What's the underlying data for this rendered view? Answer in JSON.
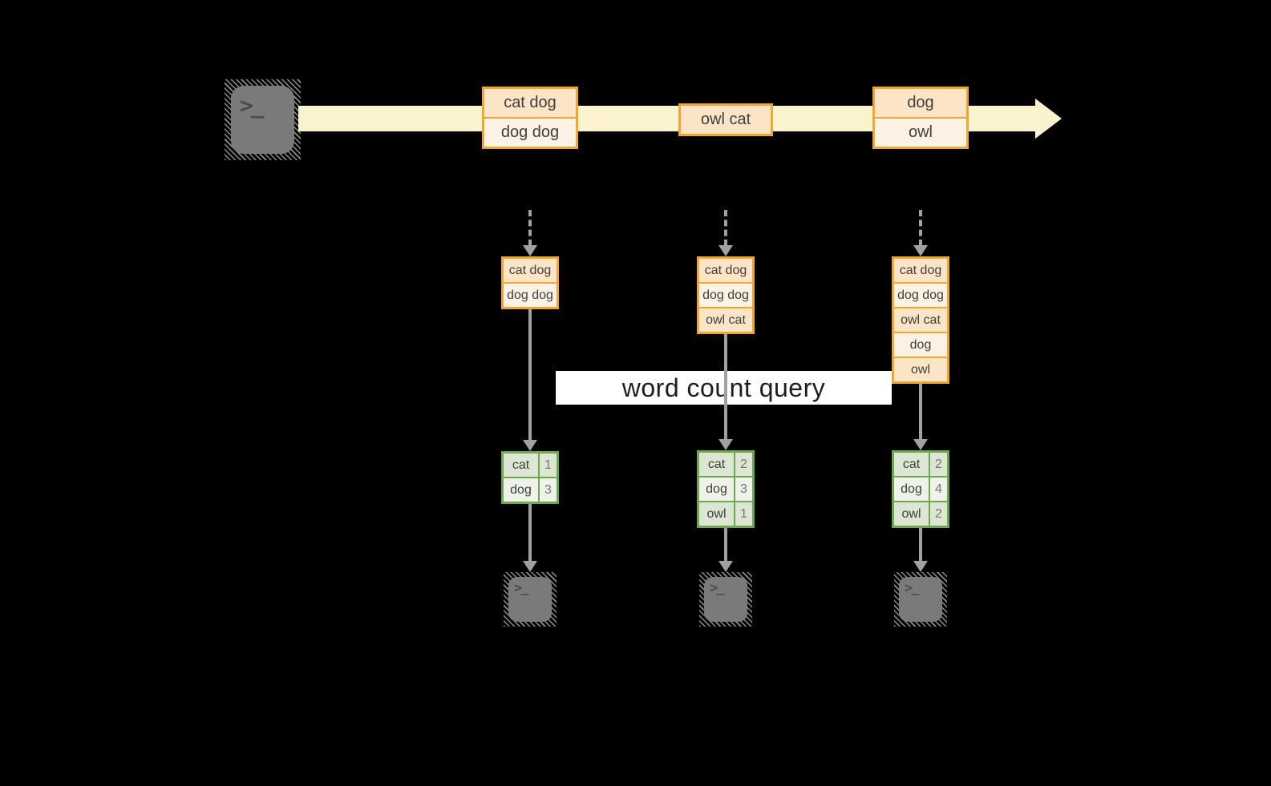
{
  "colors": {
    "background": "#000000",
    "stream_band": "#FBF2CE",
    "accent_orange": "#F0A62F",
    "peach_fill": "#FCE4C6",
    "cream_fill": "#FDF2E4",
    "green_border": "#6FA650",
    "green_row_dark": "#DDE6D2",
    "green_row_light": "#EEF2E9",
    "arrow_gray": "#A1A1A1",
    "terminal_gray": "#7A7A7A",
    "terminal_glyph": "#4B4B4B",
    "text_dark": "#3E3E3E",
    "count_text": "#757575",
    "query_text": "#1D1D1D",
    "query_band_bg": "#FFFFFF"
  },
  "diagram": {
    "prompt": ">_",
    "stream": {
      "events": [
        {
          "rows": [
            "cat dog",
            "dog dog"
          ]
        },
        {
          "rows": [
            "owl cat"
          ]
        },
        {
          "rows": [
            "dog",
            "owl"
          ]
        }
      ]
    },
    "query_label": "word count query",
    "columns": [
      {
        "buffer_rows": [
          "cat dog",
          "dog dog"
        ],
        "counts": [
          [
            "cat",
            "1"
          ],
          [
            "dog",
            "3"
          ]
        ]
      },
      {
        "buffer_rows": [
          "cat dog",
          "dog dog",
          "owl cat"
        ],
        "counts": [
          [
            "cat",
            "2"
          ],
          [
            "dog",
            "3"
          ],
          [
            "owl",
            "1"
          ]
        ]
      },
      {
        "buffer_rows": [
          "cat dog",
          "dog dog",
          "owl cat",
          "dog",
          "owl"
        ],
        "counts": [
          [
            "cat",
            "2"
          ],
          [
            "dog",
            "4"
          ],
          [
            "owl",
            "2"
          ]
        ]
      }
    ]
  }
}
